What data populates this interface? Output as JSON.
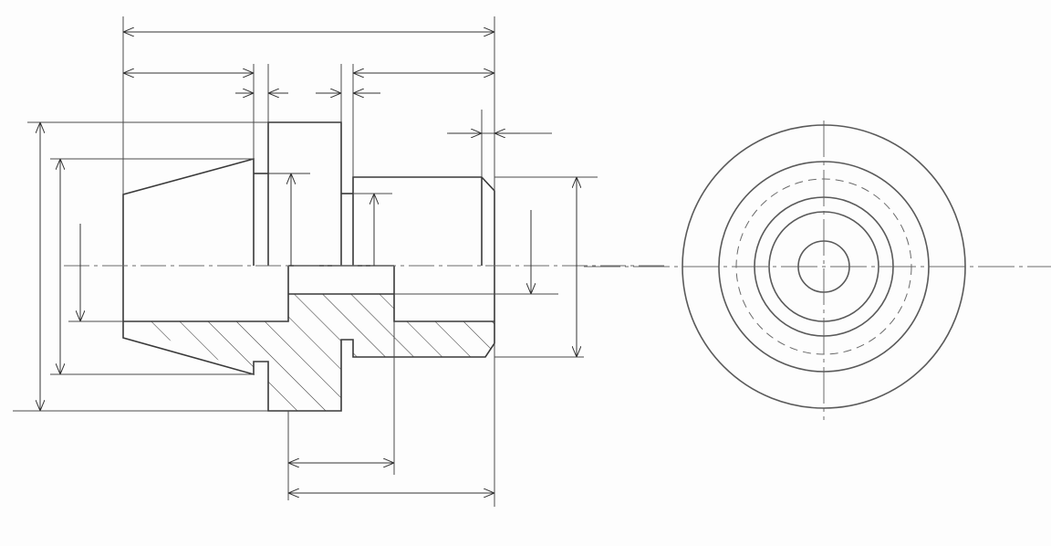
{
  "drawing": {
    "views": [
      "front-section-view",
      "end-view"
    ],
    "colors": {
      "paper": "#fdfdfd",
      "outline": "#3a3a3a",
      "thin_line": "#4a4a4a",
      "center_line": "#6a6a6a",
      "hatch": "#3a3a3a",
      "circle": "#5a5a5a"
    },
    "front_view": {
      "dimensions": [
        {
          "name": "overall-length",
          "value": ""
        },
        {
          "name": "taper-length",
          "value": ""
        },
        {
          "name": "collar-length",
          "value": ""
        },
        {
          "name": "spigot-length",
          "value": ""
        },
        {
          "name": "groove-width-left",
          "value": ""
        },
        {
          "name": "groove-width-right",
          "value": ""
        },
        {
          "name": "chamfer",
          "value": ""
        },
        {
          "name": "collar-diameter",
          "value": ""
        },
        {
          "name": "taper-large-diameter",
          "value": ""
        },
        {
          "name": "taper-small-diameter",
          "value": ""
        },
        {
          "name": "spigot-diameter",
          "value": ""
        },
        {
          "name": "bore-diameter",
          "value": ""
        },
        {
          "name": "step-diameter-1",
          "value": ""
        },
        {
          "name": "step-diameter-2",
          "value": ""
        },
        {
          "name": "bore-depth-short",
          "value": ""
        },
        {
          "name": "bore-depth-long",
          "value": ""
        }
      ]
    },
    "end_view": {
      "circles": [
        "outer",
        "collar",
        "hidden",
        "step",
        "taper-small",
        "bore"
      ]
    }
  }
}
